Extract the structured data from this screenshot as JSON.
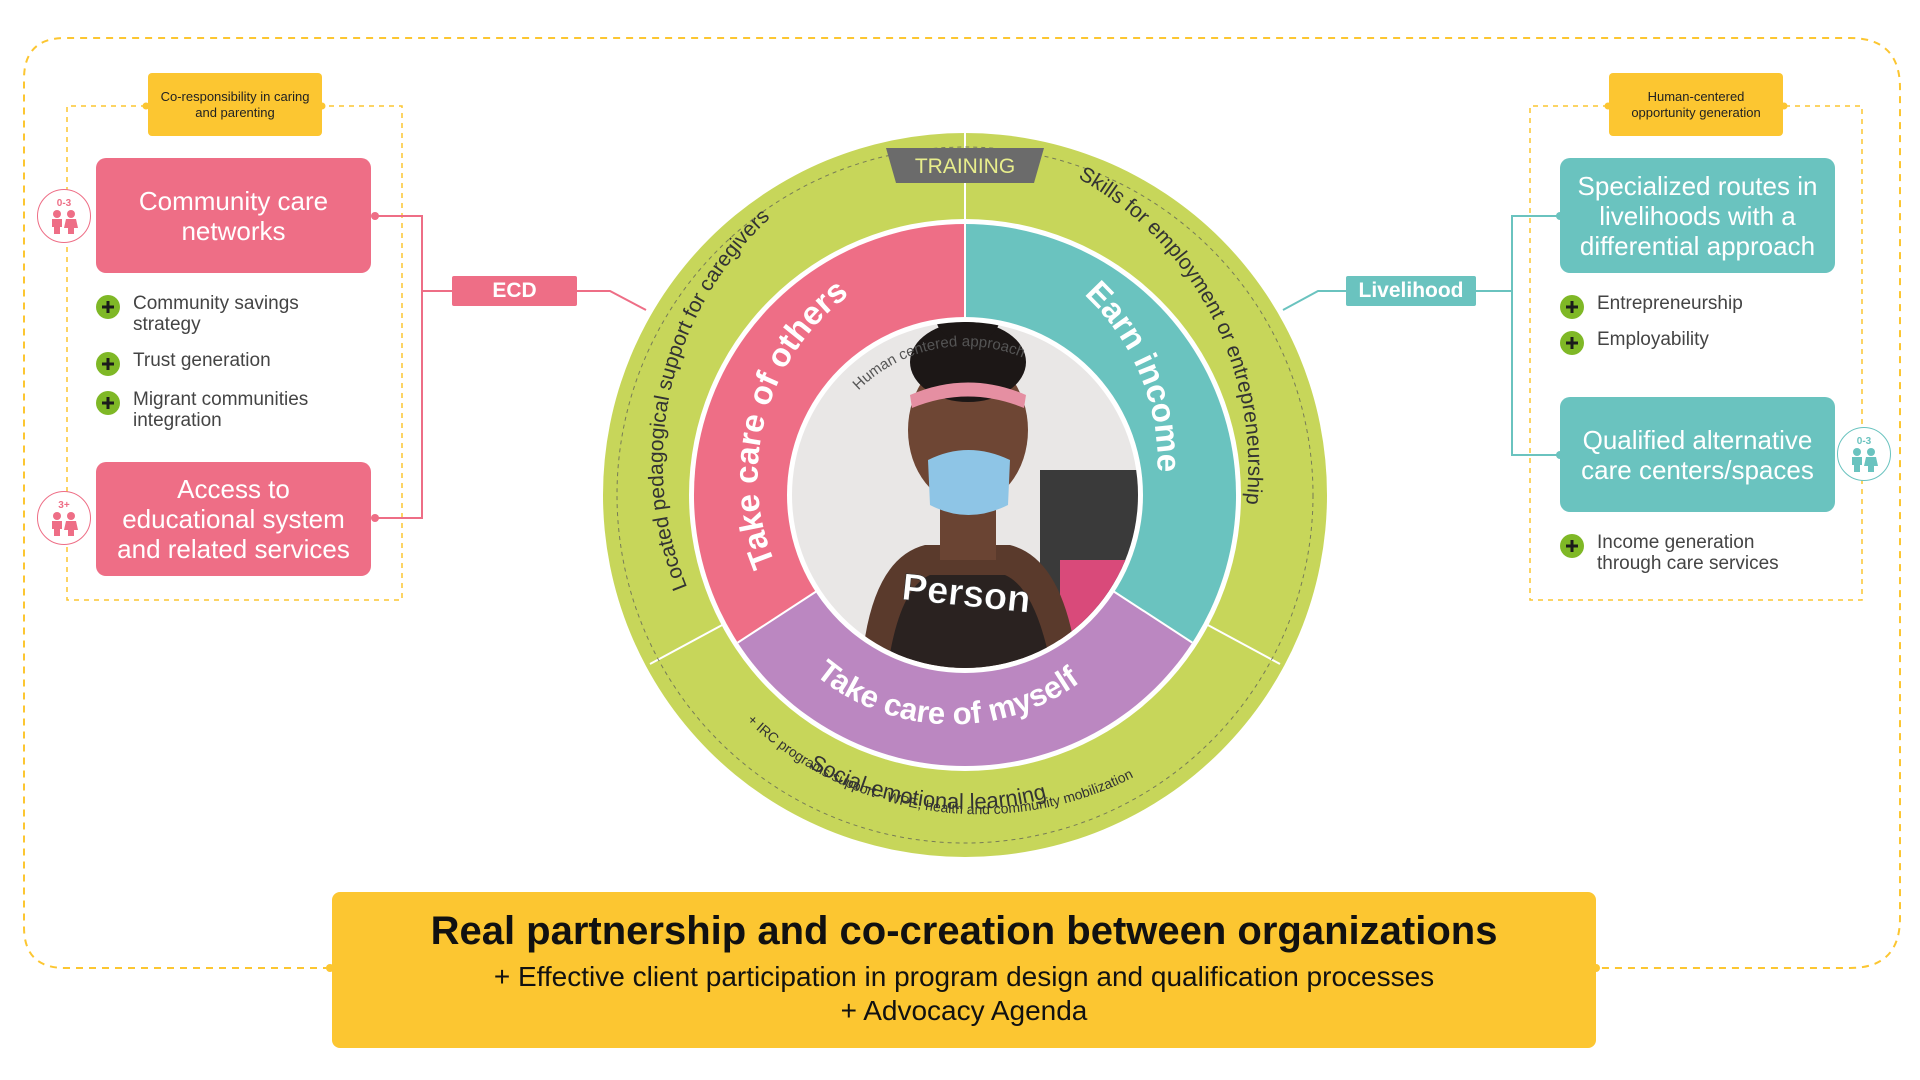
{
  "left": {
    "tag": "Co-responsibility in caring and parenting",
    "pill": "ECD",
    "box1": "Community care networks",
    "box2": "Access to educational system and related services",
    "kid1_age": "0-3",
    "kid2_age": "3+",
    "items": [
      "Community savings strategy",
      "Trust generation",
      "Migrant communities integration"
    ]
  },
  "right": {
    "tag": "Human-centered opportunity generation",
    "pill": "Livelihood",
    "box1": "Specialized routes in livelihoods with a differential approach",
    "box2": "Qualified alternative care centers/spaces",
    "kid_age": "0-3",
    "items_top": [
      "Entrepreneurship",
      "Employability"
    ],
    "items_bottom": [
      "Income generation through care services"
    ]
  },
  "circle": {
    "training": "TRAINING",
    "outer_left": "Located pedagogical support for caregivers",
    "outer_right": "Skills for employment or entrepreneurship",
    "outer_bottom": "Social-emotional learning",
    "outer_bottom_small": "+ IRC programs support - WPE, health and community mobilization",
    "inner_left": "Take care of others",
    "inner_right": "Earn income",
    "inner_bottom": "Take care of myself",
    "center_arc": "Human centered approach",
    "center": "Person"
  },
  "banner": {
    "title": "Real partnership and co-creation between organizations",
    "line2": "+ Effective client participation in program design and qualification processes",
    "line3": "+ Advocacy Agenda"
  },
  "colors": {
    "pink": "#ee6e86",
    "teal": "#6ac3bf",
    "green": "#c7d65a",
    "purple": "#bb87c1",
    "yellow": "#fcc631",
    "plus_green": "#7fb826",
    "training_gray": "#6b6b6b"
  }
}
